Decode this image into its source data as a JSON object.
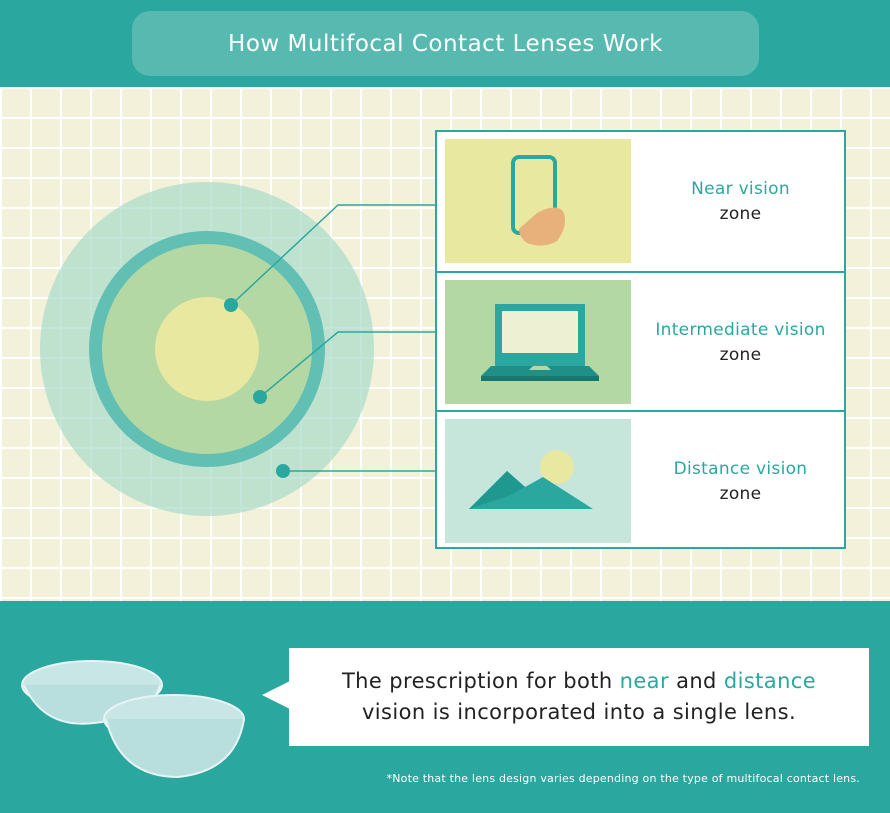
{
  "title": "How Multifocal Contact Lenses Work",
  "zones": [
    {
      "name": "Near vision",
      "suffix": "zone",
      "icon": "smartphone-hand-icon"
    },
    {
      "name": "Intermediate vision",
      "suffix": "zone",
      "icon": "laptop-icon"
    },
    {
      "name": "Distance vision",
      "suffix": "zone",
      "icon": "mountain-sun-icon"
    }
  ],
  "callout": {
    "part1": "The prescription for both ",
    "near": "near",
    "part2": " and ",
    "distance": "distance",
    "part3": "vision is incorporated into a single lens."
  },
  "note": "*Note that the lens design varies depending on the type of multifocal contact lens.",
  "colors": {
    "teal": "#2aa8a0",
    "grid_bg": "#f3f1d9",
    "near_zone": "#e8e8a0",
    "intermediate_zone": "#b4d8a4",
    "distance_zone": "#c6e6dc"
  }
}
